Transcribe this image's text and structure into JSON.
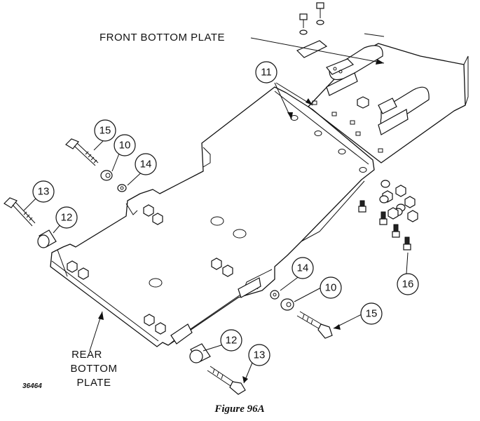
{
  "labels": {
    "front_bottom_plate": "FRONT BOTTOM PLATE",
    "rear_line1": "REAR",
    "rear_line2": "BOTTOM",
    "rear_line3": "PLATE",
    "figure_number": "36464",
    "caption": "Figure 96A"
  },
  "callouts": {
    "c11": "11",
    "c15_top": "15",
    "c10_top": "10",
    "c14_top": "14",
    "c13_left": "13",
    "c12_left": "12",
    "c14_bottom": "14",
    "c10_bottom": "10",
    "c15_bottom": "15",
    "c12_bottom": "12",
    "c13_bottom": "13",
    "c16": "16"
  }
}
